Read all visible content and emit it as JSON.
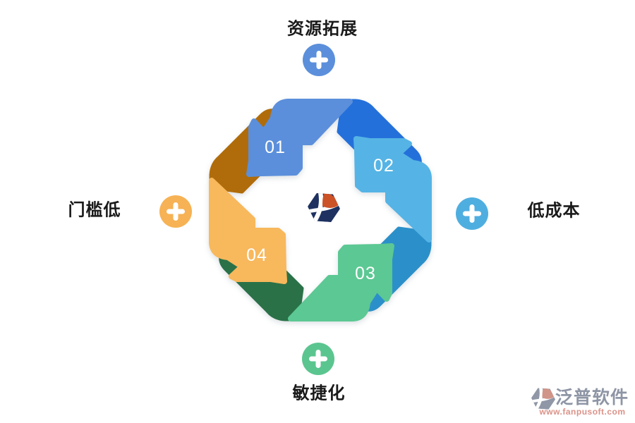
{
  "page": {
    "kind": "cycle-infographic",
    "background": "#ffffff"
  },
  "diagram": {
    "direction": "counterclockwise",
    "steps": [
      {
        "position": "top",
        "number": "01",
        "label": "资源拓展",
        "body_color": "#5b8fdb",
        "fold_color": "#2470db",
        "plus_color": "#5b8fdb"
      },
      {
        "position": "right",
        "number": "02",
        "label": "低成本",
        "body_color": "#55b4e5",
        "fold_color": "#2b90c9",
        "plus_color": "#4faee0"
      },
      {
        "position": "bottom",
        "number": "03",
        "label": "敏捷化",
        "body_color": "#5cc893",
        "fold_color": "#2a7148",
        "plus_color": "#5bc58f"
      },
      {
        "position": "left",
        "number": "04",
        "label": "门槛低",
        "body_color": "#f8b85c",
        "fold_color": "#b06c0a",
        "plus_color": "#f6b254"
      }
    ],
    "center_logo": {
      "shape": "hexagon",
      "navy": "#1e3160",
      "orange": "#cc5227"
    }
  },
  "watermark": {
    "brand": "泛普软件",
    "url": "www.fanpusoft.com",
    "brand_color": "#8e95a5",
    "url_color": "#db9288",
    "glyph_gray": "#9097a6",
    "glyph_salmon": "#d09489"
  },
  "colors": {
    "background": "#ffffff",
    "label-text": "#1a1a1a",
    "logo-navy": "#1e3160",
    "logo-orange": "#cc5227",
    "wm-brand": "#8e95a5",
    "wm-url": "#db9288",
    "wm-gray": "#9097a6",
    "wm-salmon": "#d09489"
  }
}
